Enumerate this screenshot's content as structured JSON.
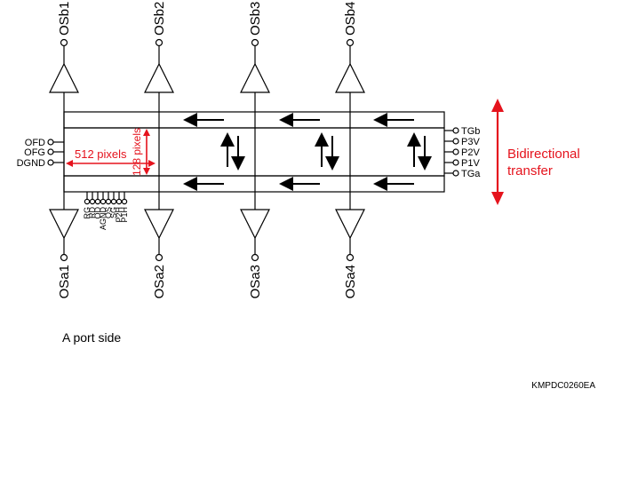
{
  "b_outputs": [
    "OSb1",
    "OSb2",
    "OSb3",
    "OSb4"
  ],
  "a_outputs": [
    "OSa1",
    "OSa2",
    "OSa3",
    "OSa4"
  ],
  "left_pins": [
    "OFD",
    "OFG",
    "DGND"
  ],
  "right_pins": [
    "TGb",
    "P3V",
    "P2V",
    "P1V",
    "TGa"
  ],
  "bottom_pins": [
    "RG",
    "RD",
    "OD",
    "AGND",
    "OS",
    "SG",
    "P2H",
    "P1H"
  ],
  "dim_horizontal": "512 pixels",
  "dim_vertical": "128 pixels",
  "transfer_line1": "Bidirectional",
  "transfer_line2": "transfer",
  "a_port_label": "A port side",
  "code": "KMPDC0260EA",
  "colors": {
    "line": "#000000",
    "accent": "#e5131d",
    "background": "#ffffff"
  }
}
